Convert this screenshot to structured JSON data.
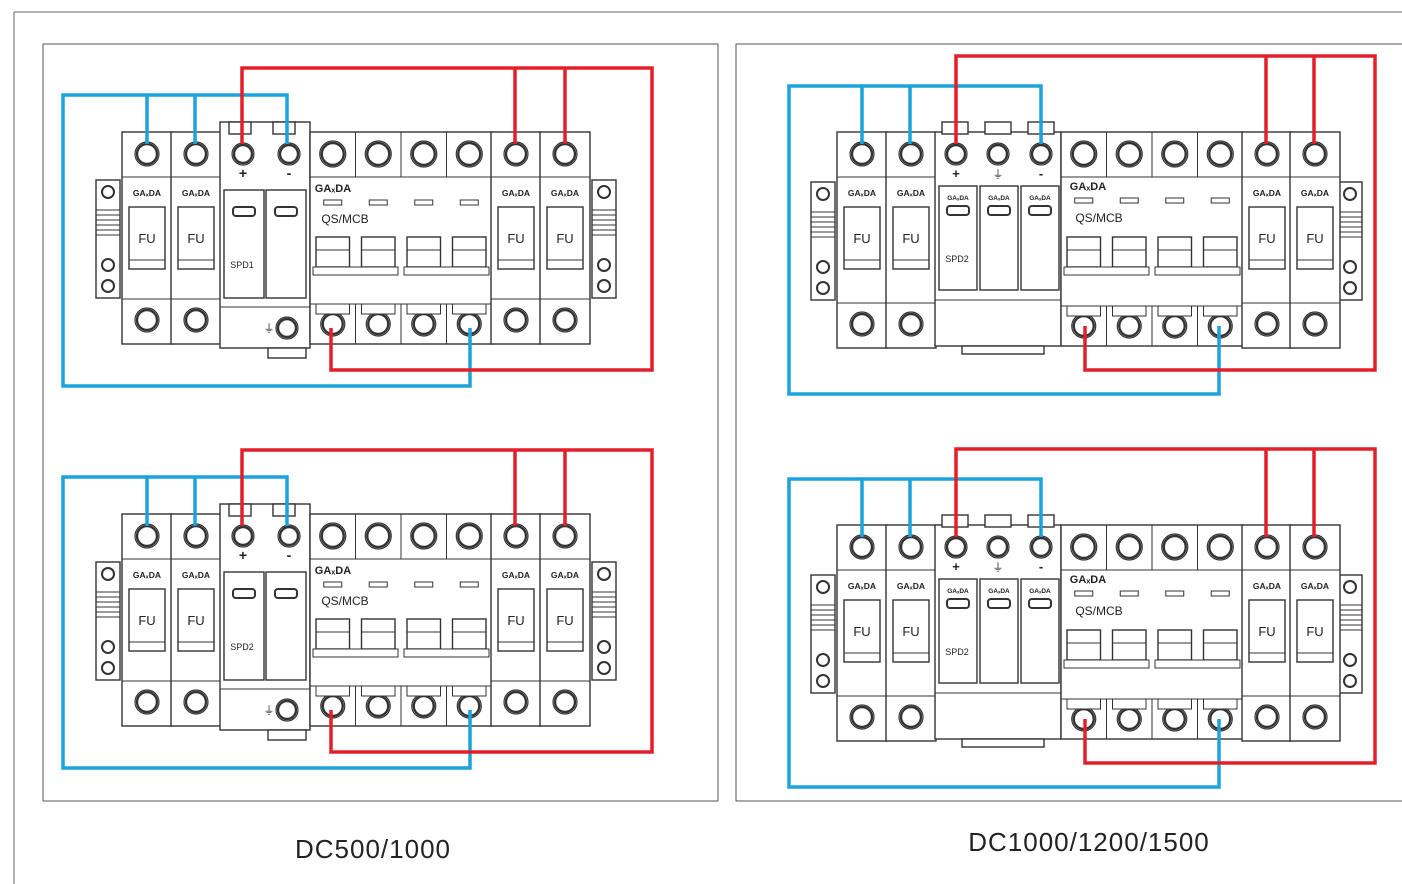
{
  "labels": {
    "brand": "GAₓDA",
    "module_brand": "GAₓDA",
    "fuse": "FU",
    "breaker": "QS/MCB",
    "spd1": "SPD1",
    "spd2": "SPD2",
    "plus": "+",
    "minus": "-",
    "ground": "⏚"
  },
  "captions": {
    "left": "DC500/1000",
    "right": "DC1000/1200/1500"
  },
  "panels": [
    {
      "id": "left-top",
      "variant": "dc1000",
      "spd_label": "SPD1"
    },
    {
      "id": "left-bottom",
      "variant": "dc1000",
      "spd_label": "SPD2"
    },
    {
      "id": "right-top",
      "variant": "dc1500",
      "spd_label": "SPD2"
    },
    {
      "id": "right-bottom",
      "variant": "dc1500",
      "spd_label": "SPD2"
    }
  ],
  "colors": {
    "positive_wire": "#e3202a",
    "negative_wire": "#1aa3dc",
    "outline": "#333333",
    "frame": "#555555"
  }
}
